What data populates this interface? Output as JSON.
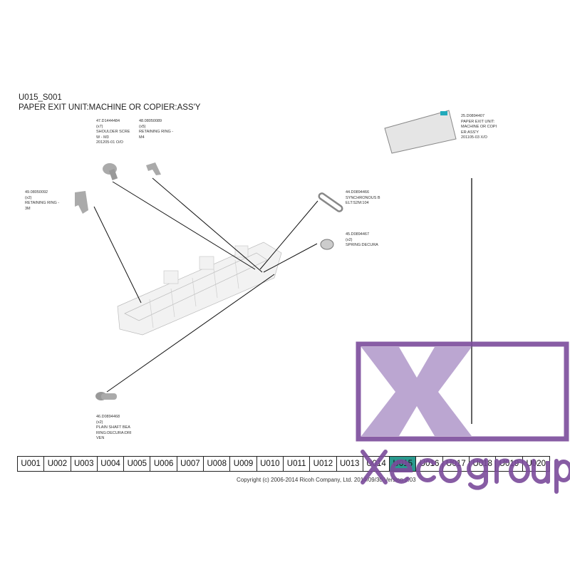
{
  "header": {
    "code": "U015_S001",
    "title": "PAPER EXIT UNIT:MACHINE OR COPIER:ASS'Y"
  },
  "parts": [
    {
      "id": "p47",
      "text": "47.D1444484\n(x7)\nSHOULDER SCRE\nW - M3\n201205-01 O/O"
    },
    {
      "id": "p48",
      "text": "48.08050089\n(x5)\nRETAINING RING -\nM4"
    },
    {
      "id": "p49",
      "text": "49.08050092\n(x2)\nRETAINING RING -\n3M"
    },
    {
      "id": "p44",
      "text": "44.D0894466\nSYNCHRONOUS B\nELT:S2M:104"
    },
    {
      "id": "p45",
      "text": "45.D0894467\n(x2)\nSPRING:DECURA"
    },
    {
      "id": "p25",
      "text": "25.D0894407\nPAPER EXIT UNIT:\nMACHINE OR COPI\nER:ASS'Y\n201105-03 X/O"
    },
    {
      "id": "p46",
      "text": "46.D0894468\n(x2)\nPLAIN SHAFT BEA\nRING:DECURA:DRI\nVEN"
    }
  ],
  "tabs": [
    "U001",
    "U002",
    "U003",
    "U004",
    "U005",
    "U006",
    "U007",
    "U008",
    "U009",
    "U010",
    "U011",
    "U012",
    "U013",
    "U014",
    "U015",
    "U016",
    "U017",
    "U018",
    "U019",
    "U020"
  ],
  "selected_tab": "U015",
  "footer": {
    "copyright": "Copyright (c) 2006-2014 Ricoh Company, Ltd.    2014/09/30 Version 2.03"
  },
  "watermark": {
    "text": "Xecogroup",
    "color": "#8a5aa8"
  },
  "colors": {
    "selected_tab": "#2a9a8e"
  }
}
